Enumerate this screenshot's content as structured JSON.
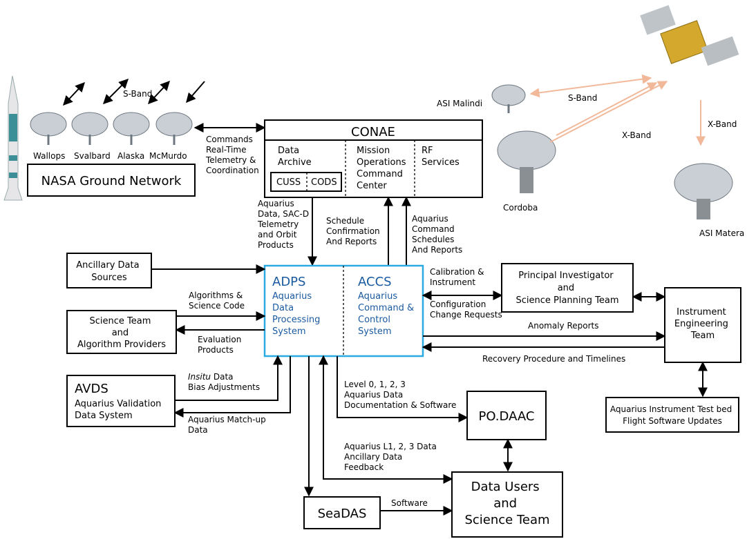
{
  "stations": {
    "band": "S-Band",
    "names": [
      "Wallops",
      "Svalbard",
      "Alaska",
      "McMurdo"
    ]
  },
  "nasa_ground_network": "NASA Ground Network",
  "conae": {
    "title": "CONAE",
    "data_archive": [
      "Data",
      "Archive"
    ],
    "cuss": "CUSS",
    "cods": "CODS",
    "mission_ops": [
      "Mission",
      "Operations",
      "Command",
      "Center"
    ],
    "rf": [
      "RF",
      "Services"
    ]
  },
  "commands_label": [
    "Commands",
    "Real-Time",
    "Telemetry &",
    "Coordination"
  ],
  "asi": {
    "malindi": "ASI Malindi",
    "cordoba": "Cordoba",
    "matera": "ASI Matera",
    "s_band": "S-Band",
    "x_band_1": "X-Band",
    "x_band_2": "X-Band"
  },
  "conae_links": {
    "down": [
      "Aquarius",
      "Data, SAC-D",
      "Telemetry",
      "and Orbit",
      "Products"
    ],
    "schedule": [
      "Schedule",
      "Confirmation",
      "And Reports"
    ],
    "up": [
      "Aquarius",
      "Command",
      "Schedules",
      "And Reports"
    ]
  },
  "center": {
    "adps_title": "ADPS",
    "adps_sub": [
      "Aquarius",
      "Data",
      "Processing",
      "System"
    ],
    "accs_title": "ACCS",
    "accs_sub": [
      "Aquarius",
      "Command &",
      "Control",
      "System"
    ]
  },
  "ancillary": [
    "Ancillary Data",
    "Sources"
  ],
  "science_team": [
    "Science Team",
    "and",
    "Algorithm Providers"
  ],
  "algorithms_label": [
    "Algorithms &",
    "Science Code"
  ],
  "evaluation_label": [
    "Evaluation",
    "Products"
  ],
  "avds": {
    "title": "AVDS",
    "sub": [
      "Aquarius Validation",
      "Data System"
    ]
  },
  "insitu_label": {
    "italic": "Insitu",
    "rest": " Data",
    "line2": "Bias Adjustments"
  },
  "matchup_label": [
    "Aquarius Match-up",
    "Data"
  ],
  "pi": [
    "Principal Investigator",
    "and",
    "Science Planning Team"
  ],
  "calibration_label": [
    "Calibration &",
    "Instrument"
  ],
  "configuration_label": [
    "Configuration",
    "Change Requests"
  ],
  "anomaly_label": "Anomaly Reports",
  "recovery_label": "Recovery Procedure and Timelines",
  "ie_team": [
    "Instrument",
    "Engineering",
    "Team"
  ],
  "testbed": [
    "Aquarius Instrument Test bed",
    "Flight Software Updates"
  ],
  "level_label": [
    "Level 0, 1, 2, 3",
    "Aquarius Data",
    "Documentation & Software"
  ],
  "podaac": "PO.DAAC",
  "l123_label": [
    "Aquarius L1, 2, 3 Data",
    "Ancillary Data",
    "Feedback"
  ],
  "data_users": [
    "Data Users",
    "and",
    "Science Team"
  ],
  "seadas": "SeaDAS",
  "software_label": "Software",
  "colors": {
    "center_border": "#29aae1",
    "center_text": "#1a5aa0",
    "downlink_arrows": "#f2b89a",
    "rocket": "#3c8f96"
  }
}
